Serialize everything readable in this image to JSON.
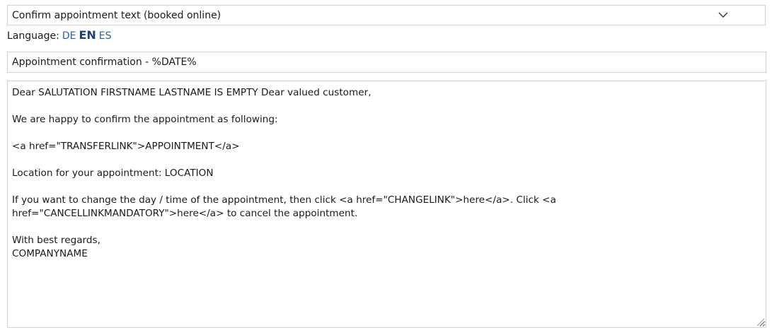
{
  "template_select": {
    "value": "Confirm appointment text (booked online)"
  },
  "language": {
    "label": "Language:",
    "options": [
      "DE",
      "EN",
      "ES"
    ],
    "active": "EN"
  },
  "subject": {
    "value": "Appointment confirmation - %DATE%"
  },
  "message": {
    "value": "Dear SALUTATION FIRSTNAME LASTNAME IS EMPTY Dear valued customer,\n\nWe are happy to confirm the appointment as following:\n\n<a href=\"TRANSFERLINK\">APPOINTMENT</a>\n\nLocation for your appointment: LOCATION\n\nIf you want to change the day / time of the appointment, then click <a href=\"CHANGELINK\">here</a>. Click <a href=\"CANCELLINKMANDATORY\">here</a> to cancel the appointment.\n\nWith best regards,\nCOMPANYNAME"
  },
  "icons": {
    "dropdown": "chevron-down-icon",
    "resize": "resize-grip-icon"
  }
}
